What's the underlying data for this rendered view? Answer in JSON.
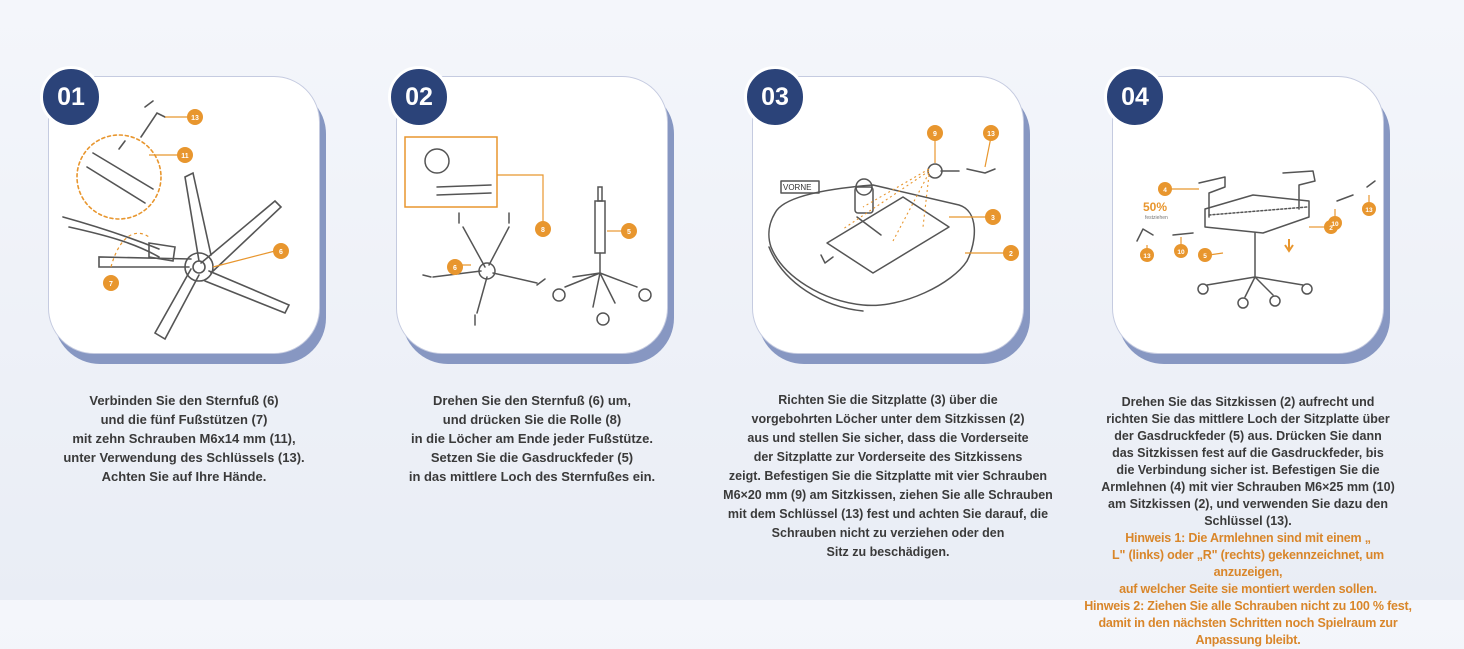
{
  "colors": {
    "badge": "#2b4379",
    "callout": "#e8962e",
    "hint": "#d9862a",
    "card_shadow": "#8797c2"
  },
  "steps": [
    {
      "number": "01",
      "labels": [
        "13",
        "11",
        "6",
        "7"
      ],
      "lines": [
        "Verbinden Sie den Sternfuß (6)",
        "und die fünf Fußstützen (7)",
        "mit zehn Schrauben M6x14 mm (11),",
        "unter Verwendung des Schlüssels (13).",
        "Achten Sie auf Ihre Hände."
      ]
    },
    {
      "number": "02",
      "labels": [
        "8",
        "6",
        "5"
      ],
      "lines": [
        "Drehen Sie den Sternfuß (6) um,",
        "und drücken Sie die Rolle (8)",
        "in die Löcher am Ende jeder Fußstütze.",
        "Setzen Sie die Gasdruckfeder (5)",
        "in das mittlere Loch des Sternfußes ein."
      ]
    },
    {
      "number": "03",
      "labels": [
        "9",
        "13",
        "3",
        "2"
      ],
      "front_label": "VORNE",
      "lines": [
        "Richten Sie die Sitzplatte (3) über die",
        "vorgebohrten Löcher unter dem Sitzkissen (2)",
        "aus und stellen Sie sicher, dass die Vorderseite",
        "der Sitzplatte zur Vorderseite des Sitzkissens",
        "zeigt. Befestigen Sie die Sitzplatte mit vier Schrauben",
        "M6×20 mm (9) am Sitzkissen, ziehen Sie alle Schrauben",
        "mit dem Schlüssel (13) fest und achten Sie darauf, die",
        "Schrauben nicht zu verziehen oder den",
        "Sitz zu beschädigen."
      ]
    },
    {
      "number": "04",
      "labels": [
        "4",
        "2",
        "10",
        "13",
        "10",
        "13",
        "5"
      ],
      "percent": "50%",
      "percent_caption": "festziehen",
      "lines": [
        "Drehen Sie das Sitzkissen (2) aufrecht und",
        "richten Sie das mittlere Loch der Sitzplatte über",
        "der Gasdruckfeder (5) aus. Drücken Sie dann",
        "das Sitzkissen fest auf die Gasdruckfeder, bis",
        "die Verbindung sicher ist. Befestigen Sie die",
        "Armlehnen (4) mit vier Schrauben M6×25 mm (10)",
        "am Sitzkissen (2), und verwenden Sie dazu den Schlüssel (13)."
      ],
      "hints": [
        "Hinweis 1: Die Armlehnen sind mit einem „",
        "L\" (links) oder „R\" (rechts) gekennzeichnet, um anzuzeigen,",
        "auf welcher Seite sie montiert werden sollen.",
        "Hinweis 2: Ziehen Sie alle Schrauben nicht zu 100 % fest,",
        "damit in den nächsten Schritten noch Spielraum zur Anpassung bleibt."
      ]
    }
  ]
}
